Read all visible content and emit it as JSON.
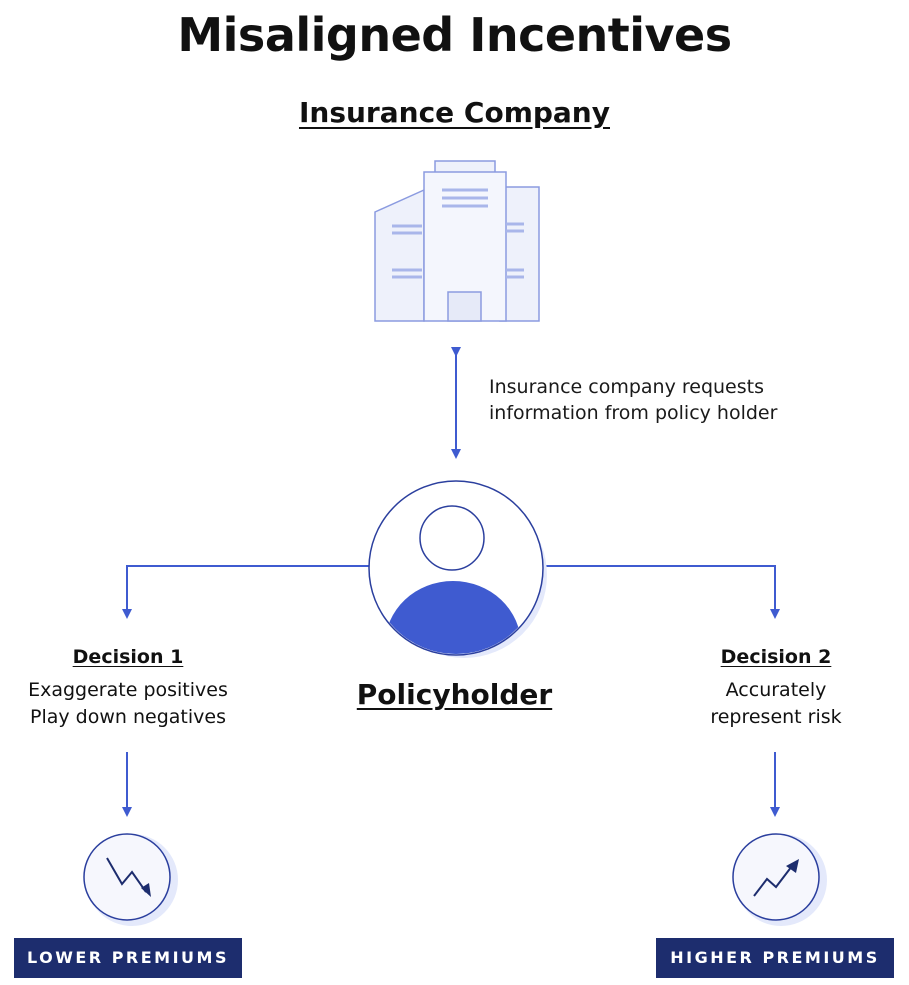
{
  "title": "Misaligned Incentives",
  "company": {
    "label": "Insurance Company",
    "icon": "office-building-icon"
  },
  "request_note": {
    "line1": "Insurance company requests",
    "line2": "information from policy holder"
  },
  "policyholder": {
    "label": "Policyholder",
    "icon": "person-avatar-icon"
  },
  "decision1": {
    "heading": "Decision 1",
    "line1": "Exaggerate positives",
    "line2": "Play down negatives",
    "outcome": "LOWER PREMIUMS",
    "icon": "trend-down-icon"
  },
  "decision2": {
    "heading": "Decision 2",
    "line1": "Accurately",
    "line2": "represent risk",
    "outcome": "HIGHER PREMIUMS",
    "icon": "trend-up-icon"
  },
  "colors": {
    "accent": "#3f5bd0",
    "navy": "#1d2d6e",
    "building_fill": "#eef1fb",
    "building_stroke": "#8b9be0"
  }
}
